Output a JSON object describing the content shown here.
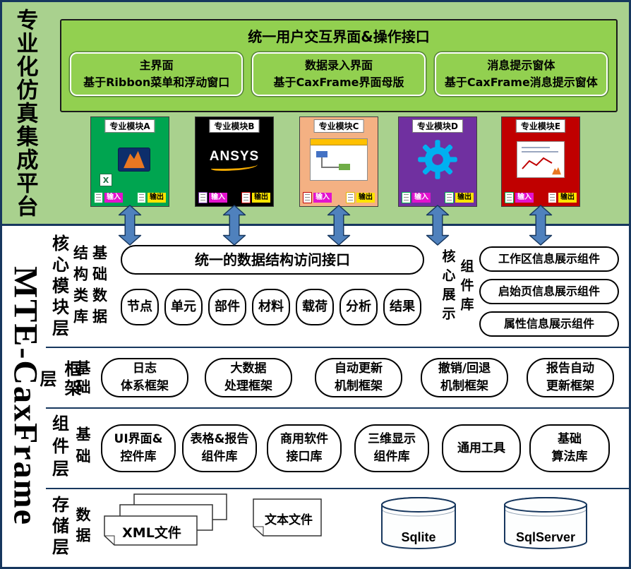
{
  "platform": {
    "title": "专业化仿真集成平台"
  },
  "ui_panel": {
    "title": "统一用户交互界面&操作接口",
    "boxes": [
      {
        "line1": "主界面",
        "line2": "基于Ribbon菜单和浮动窗口"
      },
      {
        "line1": "数据录入界面",
        "line2": "基于CaxFrame界面母版"
      },
      {
        "line1": "消息提示窗体",
        "line2": "基于CaxFrame消息提示窗体"
      }
    ]
  },
  "modules": [
    {
      "label": "专业模块A",
      "bg": "#00A550",
      "excel_letter": "X",
      "input": "输入",
      "output": "输出"
    },
    {
      "label": "专业模块B",
      "bg": "#000000",
      "logo_text": "ANSYS",
      "input": "输入",
      "output": "输出"
    },
    {
      "label": "专业模块C",
      "bg": "#F4B183",
      "input": "输入",
      "output": "输出"
    },
    {
      "label": "专业模块D",
      "bg": "#7030A0",
      "input": "输入",
      "output": "输出"
    },
    {
      "label": "专业模块E",
      "bg": "#C00000",
      "input": "输入",
      "output": "输出"
    }
  ],
  "framework_label": "MTE-CaxFrame",
  "core_layer": {
    "label": "核心模块层",
    "group_left": {
      "col_left": "结构类库",
      "col_right": "基础数据"
    },
    "interface_box": "统一的数据结构访问接口",
    "data_items": [
      "节点",
      "单元",
      "部件",
      "材料",
      "载荷",
      "分析",
      "结果"
    ],
    "group_right": {
      "col_left": "核心展示",
      "col_right": "组件库"
    },
    "display_items": [
      "工作区信息展示组件",
      "启始页信息展示组件",
      "属性信息展示组件"
    ]
  },
  "framework_layer": {
    "label": "框架层",
    "group": "基础",
    "boxes": [
      {
        "line1": "日志",
        "line2": "体系框架"
      },
      {
        "line1": "大数据",
        "line2": "处理框架"
      },
      {
        "line1": "自动更新",
        "line2": "机制框架"
      },
      {
        "line1": "撤销/回退",
        "line2": "机制框架"
      },
      {
        "line1": "报告自动",
        "line2": "更新框架"
      }
    ]
  },
  "component_layer": {
    "label": "组件层",
    "group": "基础",
    "boxes": [
      {
        "line1": "UI界面&",
        "line2": "控件库"
      },
      {
        "line1": "表格&报告",
        "line2": "组件库"
      },
      {
        "line1": "商用软件",
        "line2": "接口库"
      },
      {
        "line1": "三维显示",
        "line2": "组件库"
      },
      {
        "line1": "通用工具"
      },
      {
        "line1": "基础",
        "line2": "算法库"
      }
    ]
  },
  "storage_layer": {
    "label": "存储层",
    "group": "数据",
    "xml_label": "XML文件",
    "text_label": "文本文件",
    "sqlite_label": "Sqlite",
    "sqlserver_label": "SqlServer"
  },
  "colors": {
    "top_band": "#A9D18E",
    "panel_green": "#92D050",
    "border_navy": "#17375E",
    "arrow_fill": "#4F81BD",
    "input_chip": "#E312CE",
    "output_chip": "#FFE400",
    "gear": "#00B0F0"
  }
}
